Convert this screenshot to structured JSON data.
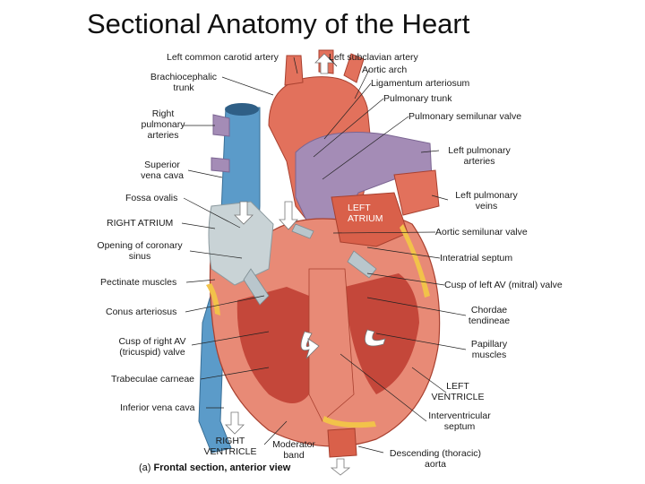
{
  "title": "Sectional Anatomy of the Heart",
  "caption": {
    "letter": "(a)",
    "text": "Frontal section, anterior view"
  },
  "labels": {
    "left_common_carotid": "Left common carotid artery",
    "brachiocephalic": "Brachiocephalic\ntrunk",
    "right_pulm_arteries": "Right\npulmonary\narteries",
    "svc": "Superior\nvena cava",
    "fossa_ovalis": "Fossa ovalis",
    "right_atrium": "RIGHT ATRIUM",
    "coronary_sinus": "Opening of coronary\nsinus",
    "pectinate": "Pectinate muscles",
    "conus": "Conus arteriosus",
    "tricuspid": "Cusp of right AV\n(tricuspid) valve",
    "trabeculae": "Trabeculae carneae",
    "ivc": "Inferior vena cava",
    "right_ventricle": "RIGHT\nVENTRICLE",
    "moderator": "Moderator\nband",
    "left_subclavian": "Left subclavian artery",
    "aortic_arch": "Aortic arch",
    "ligamentum": "Ligamentum arteriosum",
    "pulm_trunk": "Pulmonary trunk",
    "pulm_semilunar": "Pulmonary semilunar valve",
    "left_pulm_arteries": "Left pulmonary\narteries",
    "left_pulm_veins": "Left pulmonary\nveins",
    "left_atrium": "LEFT\nATRIUM",
    "aortic_semilunar": "Aortic semilunar valve",
    "interatrial": "Interatrial septum",
    "mitral": "Cusp of left AV (mitral) valve",
    "chordae": "Chordae\ntendineae",
    "papillary": "Papillary\nmuscles",
    "left_ventricle": "LEFT\nVENTRICLE",
    "interventricular": "Interventricular\nseptum",
    "descending_aorta": "Descending (thoracic)\naorta"
  },
  "colors": {
    "vein_blue": "#5b9bc9",
    "muscle_red": "#d9604a",
    "pulm_purple": "#a48cb6",
    "fat_yellow": "#f2c24a",
    "wall_pink": "#e88a76",
    "valve_gray": "#b9c6cc"
  }
}
